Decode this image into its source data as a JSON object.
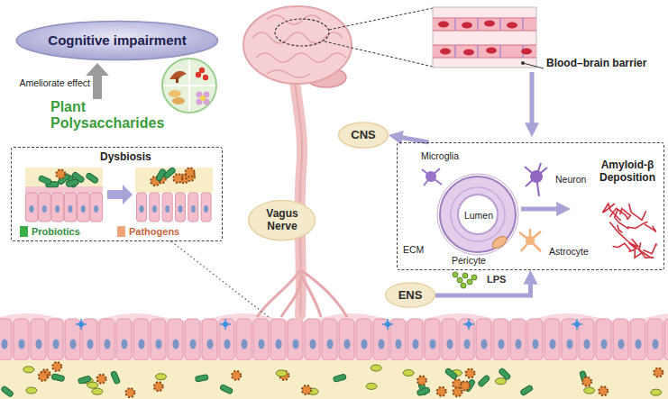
{
  "diagram": {
    "nodes": [
      {
        "text": [
          "Cognitive impairment"
        ]
      },
      {
        "text": [
          "CNS"
        ]
      },
      {
        "text": [
          "Dysbiosis"
        ]
      },
      {
        "text": [
          "Microglia",
          "Neuron",
          "Lumen",
          "ECM",
          "Pericyte",
          "Astrocyte",
          "Amyloid-β Deposition"
        ]
      },
      {
        "text": [
          "Vagus Nerve"
        ]
      },
      {
        "text": [
          "ENS"
        ]
      }
    ],
    "edges": [
      {
        "from": 3,
        "to": 1,
        "arrow": "to"
      },
      {
        "from": 5,
        "to": 3,
        "arrow": "to"
      }
    ],
    "labels": [
      "Ameliorate effect",
      "Plant Polysaccharides",
      "Blood–brain barrier",
      "LPS"
    ],
    "legend": [
      {
        "text": "Probiotics",
        "color": "#3cae4a"
      },
      {
        "text": "Pathogens",
        "color": "#f0a47c"
      }
    ]
  }
}
